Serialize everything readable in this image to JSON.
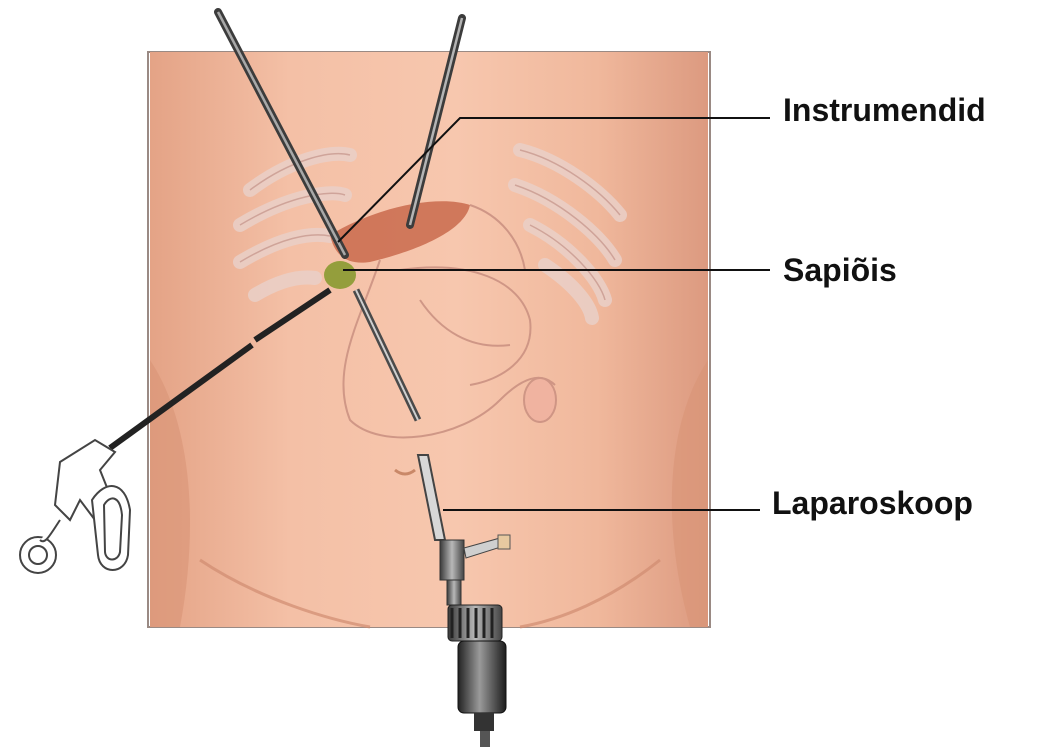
{
  "labels": {
    "instruments": "Instrumendid",
    "gallbladder": "Sapiõis",
    "laparoscope": "Laparoskoop"
  },
  "colors": {
    "skin": "#f2b9a0",
    "skin_shadow": "#dc9a80",
    "rib": "#e9c8c0",
    "organ_outline": "#c98f80",
    "liver": "#c96a4c",
    "gallbladder": "#8a9a30",
    "instrument": "#555555",
    "leader_line": "#111111",
    "frame": "#9a8a84"
  }
}
